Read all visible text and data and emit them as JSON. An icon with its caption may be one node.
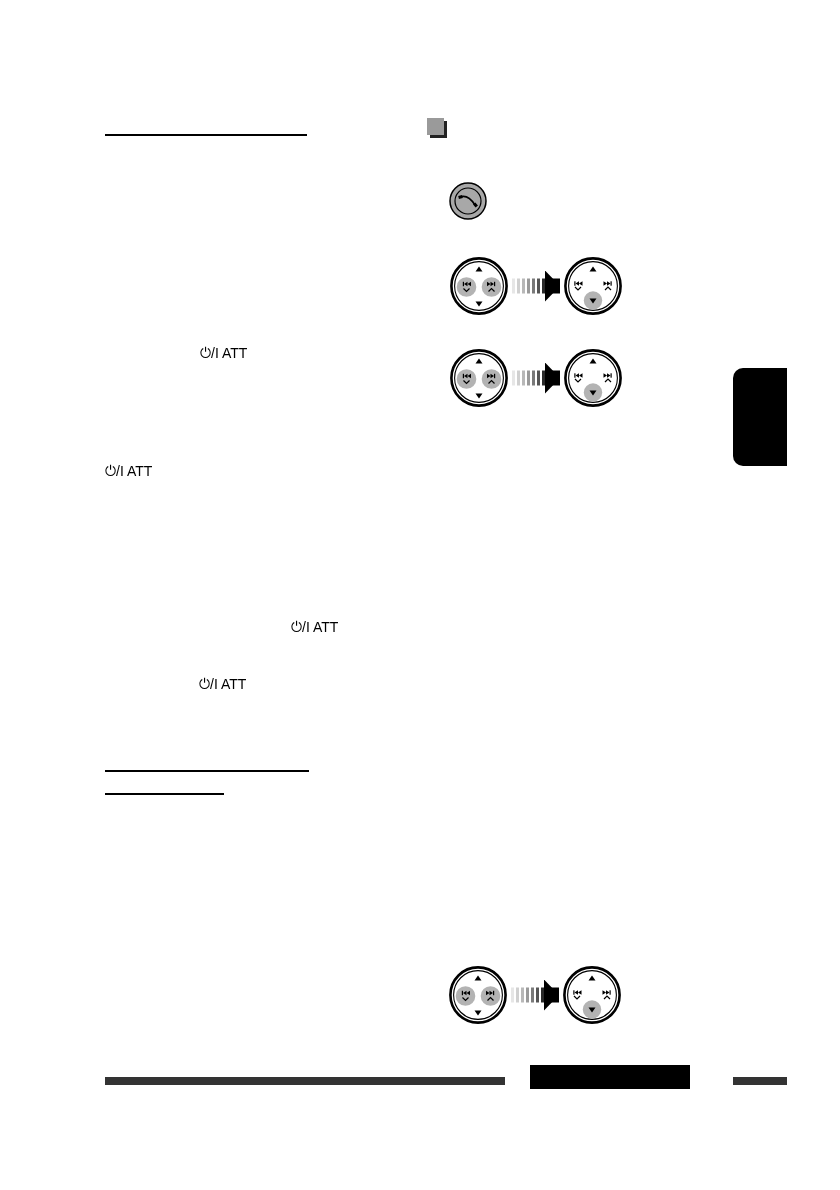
{
  "diagram": {
    "nodes": [
      {
        "text": [],
        "shape": "picture"
      },
      {
        "text": [],
        "shape": "picture"
      },
      {
        "text": [],
        "shape": "picture"
      },
      {
        "text": [],
        "shape": "picture"
      },
      {
        "text": [],
        "shape": "box"
      },
      {
        "text": [],
        "shape": "picture"
      },
      {
        "text": [],
        "shape": "picture"
      },
      {
        "text": [],
        "shape": "box"
      }
    ],
    "edges": [
      {
        "from": 0,
        "to": 1,
        "arrow": "to"
      },
      {
        "from": 2,
        "to": 3,
        "arrow": "to"
      },
      {
        "from": 5,
        "to": 6,
        "arrow": "to"
      }
    ],
    "labels": [
      "⏻/I ATT",
      "⏻/I ATT",
      "⏻/I ATT",
      "⏻/I ATT"
    ]
  }
}
